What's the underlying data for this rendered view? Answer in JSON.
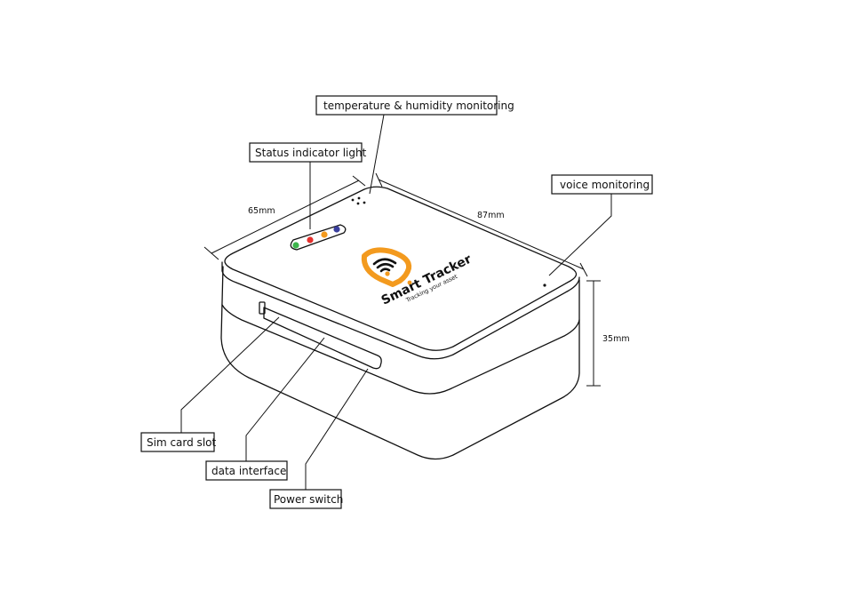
{
  "callouts": {
    "temperature": "temperature & humidity monitoring",
    "status_light": "Status indicator light",
    "voice": "voice monitoring",
    "sim_slot": "Sim card slot",
    "data_interface": "data interface",
    "power_switch": "Power switch"
  },
  "dimensions": {
    "width": "65mm",
    "length": "87mm",
    "height": "35mm"
  },
  "logo": {
    "brand": "Smart Tracker",
    "tagline": "Tracking your asset",
    "accent_color": "#f39a1e"
  },
  "indicator_lights": [
    {
      "color": "#3cb44b"
    },
    {
      "color": "#e6312e"
    },
    {
      "color": "#f39a1e"
    },
    {
      "color": "#3a3f9e"
    }
  ]
}
